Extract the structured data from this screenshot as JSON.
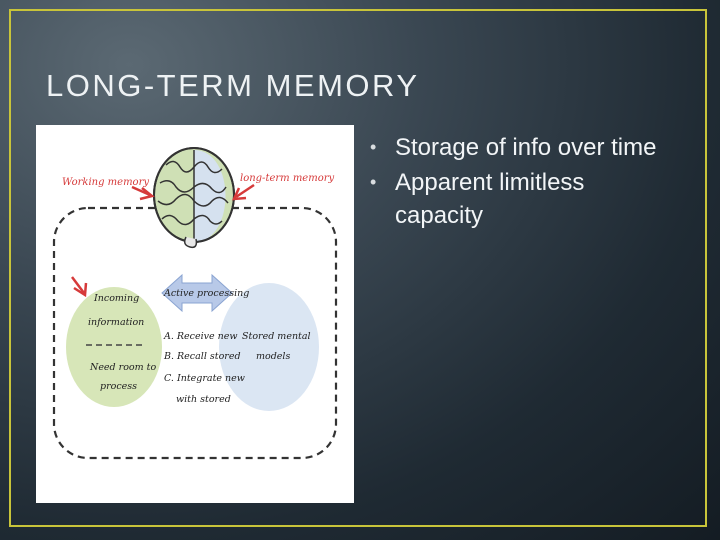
{
  "slide": {
    "title": "LONG-TERM MEMORY",
    "bullets": [
      "Storage of info over time",
      "Apparent limitless capacity"
    ],
    "accent_color": "#c8c43a"
  },
  "diagram": {
    "working_memory_label": "Working memory",
    "long_term_memory_label": "long-term memory",
    "active_processing_label": "Active processing",
    "incoming_label_1": "Incoming",
    "incoming_label_2": "information",
    "need_room_1": "Need room to",
    "need_room_2": "process",
    "step_a": "A. Receive new",
    "step_b": "B. Recall stored",
    "step_c": "C. Integrate new",
    "step_c2": "with stored",
    "stored_1": "Stored mental",
    "stored_2": "models",
    "colors": {
      "red": "#d63a3a",
      "green_circle": "#d7e6b8",
      "blue_circle": "#dbe6f3",
      "arrow_blue": "#b8c9e8"
    }
  }
}
